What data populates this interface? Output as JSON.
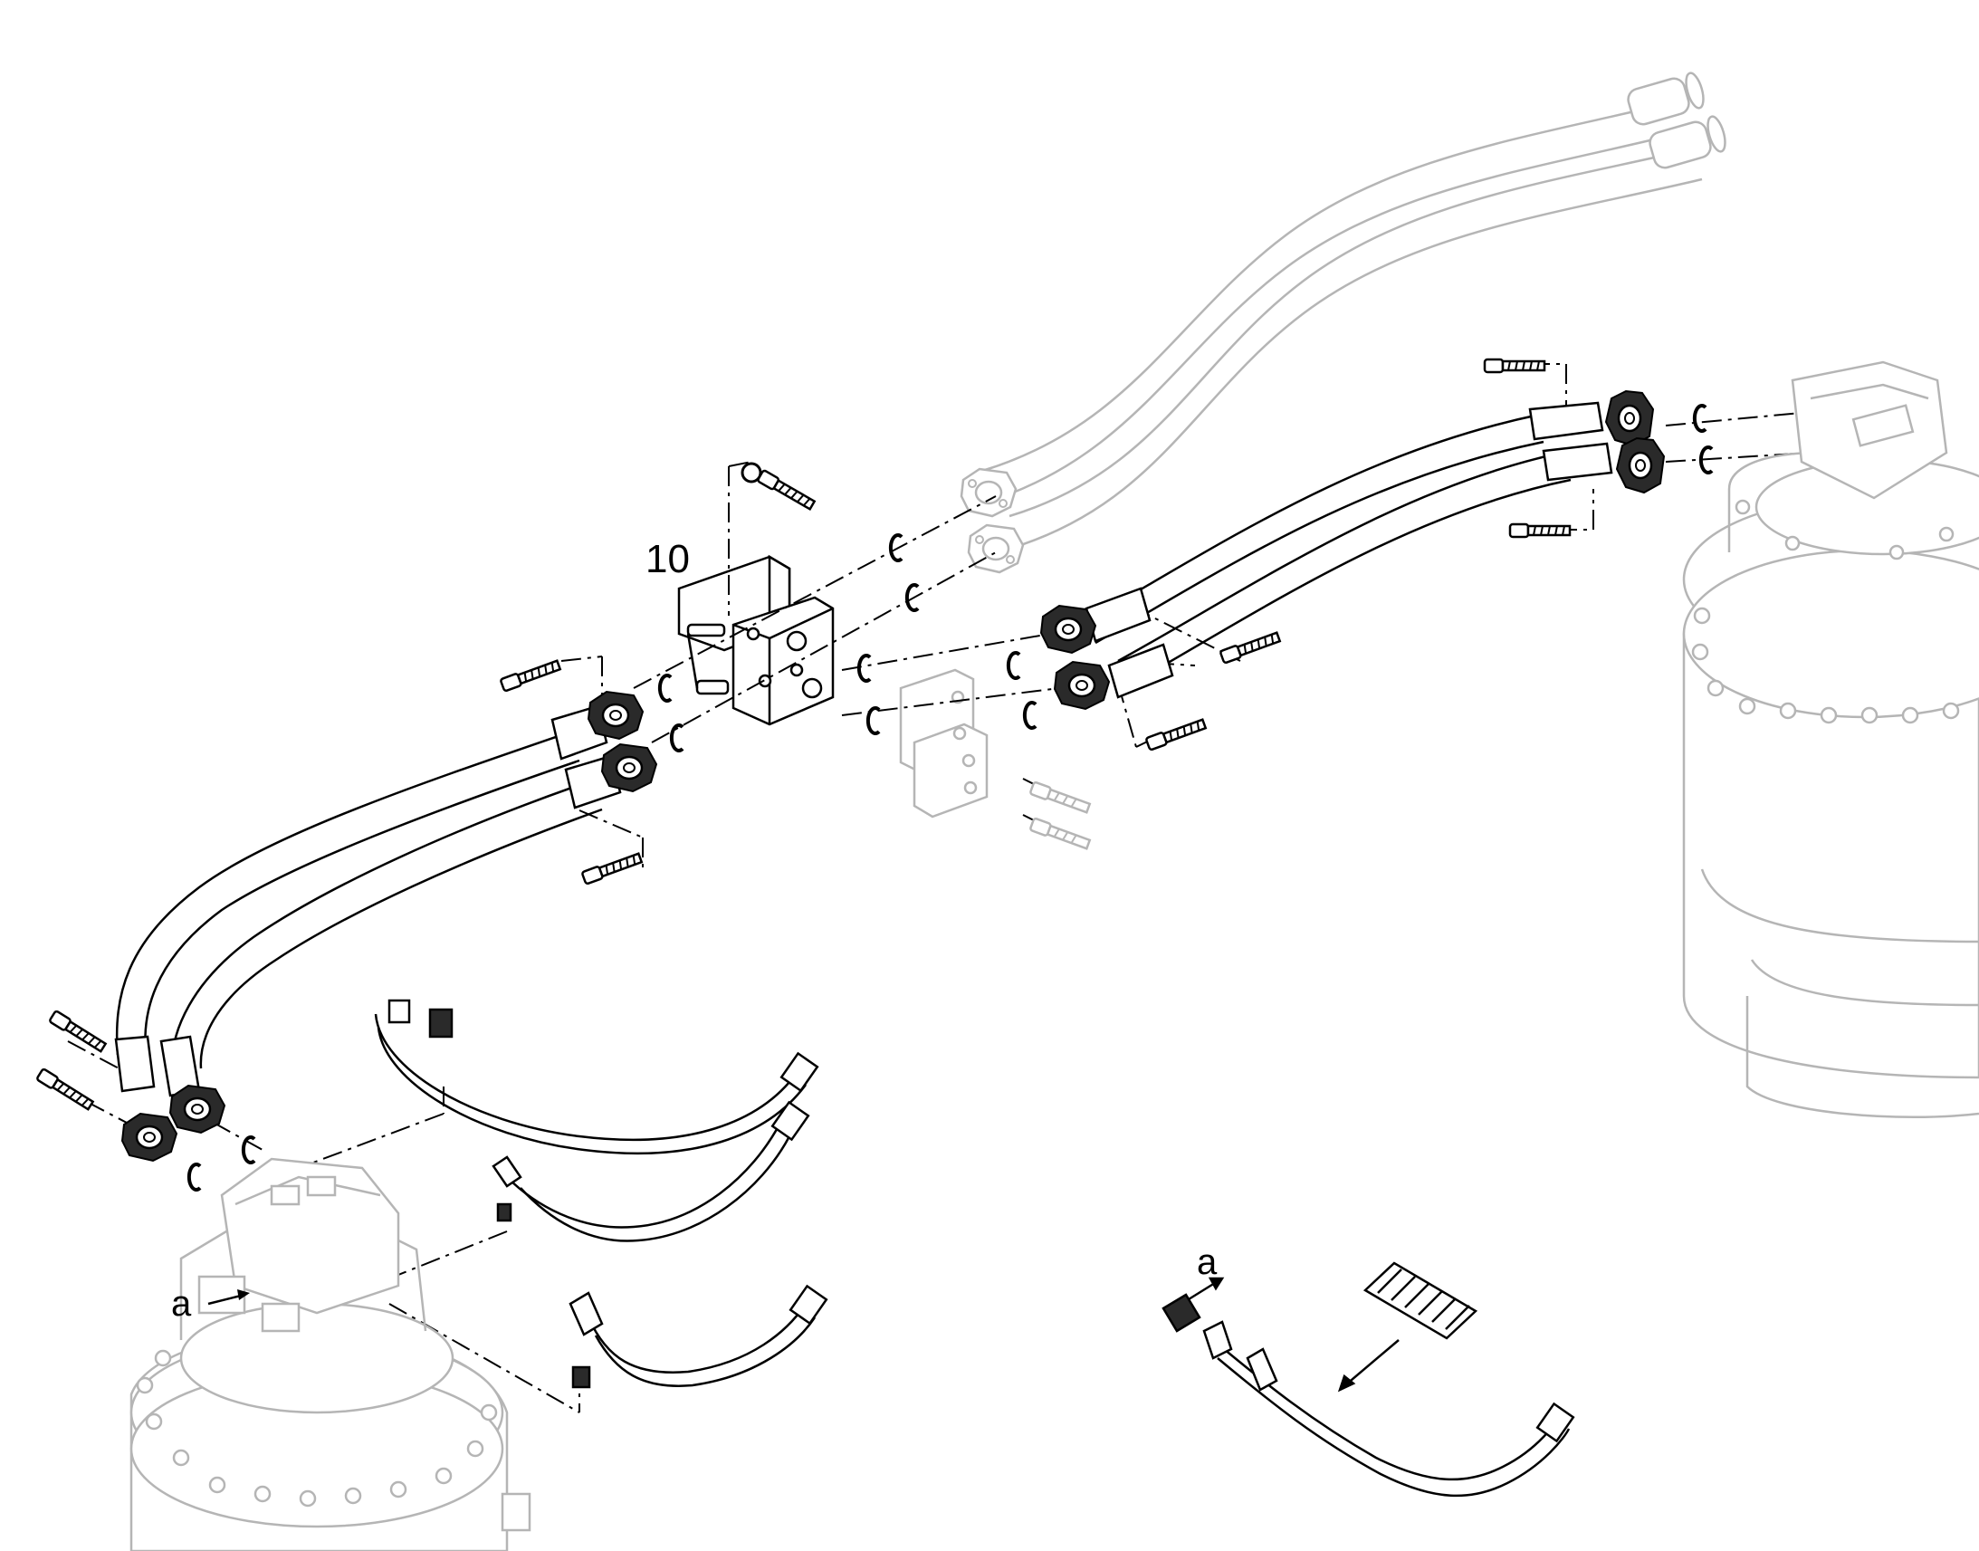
{
  "colors": {
    "background": "#ffffff",
    "line": "#000000",
    "ghost": "#b5b5b5",
    "part_fill": "#2a2a2a"
  },
  "labels": {
    "part_number": "10",
    "detail_a_left": "a",
    "detail_a_right": "a"
  },
  "icons": [
    "bolt-icon",
    "o-ring-icon",
    "flange-icon",
    "hose-icon",
    "travel-motor-icon",
    "valve-block-icon",
    "protective-sleeve-icon",
    "elbow-fitting-icon"
  ]
}
